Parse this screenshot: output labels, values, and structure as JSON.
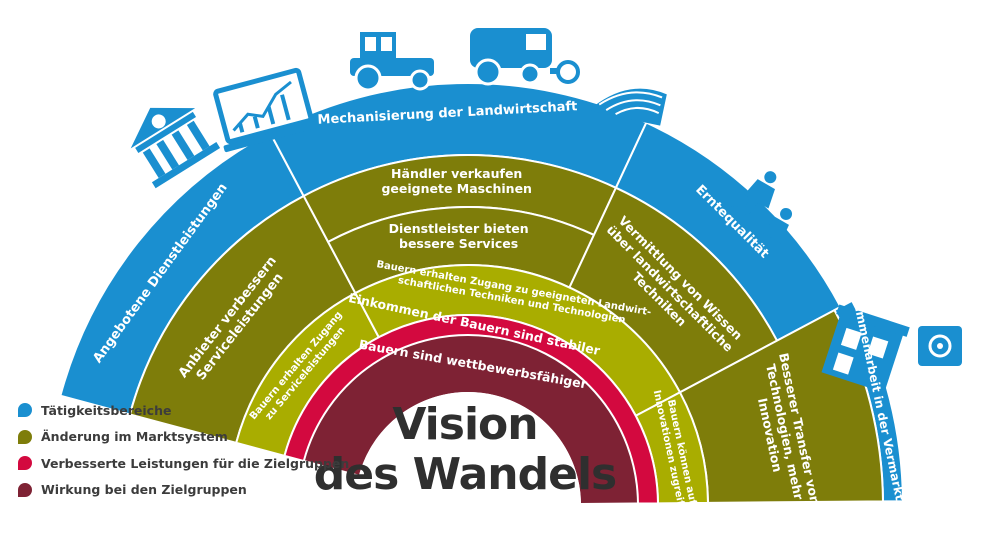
{
  "colors": {
    "blue": "#1a8fd0",
    "olive": "#7e7d0a",
    "lime": "#a9ad00",
    "red": "#d3093f",
    "wine": "#7e2234"
  },
  "vision": {
    "line1": "Vision",
    "line2": "des Wandels"
  },
  "legend": [
    {
      "label": "Tätigkeitsbereiche",
      "color": "#1a8fd0"
    },
    {
      "label": "Änderung im Marktsystem",
      "color": "#7e7d0a"
    },
    {
      "label": "Verbesserte Leistungen für die Zielgruppen",
      "color": "#d3093f"
    },
    {
      "label": "Wirkung bei den Zielgruppen",
      "color": "#7e2234"
    }
  ],
  "areas": {
    "dienstleistungen": "Angebotene Dienstleistungen",
    "mechanisierung": "Mechanisierung der Landwirtschaft",
    "erntequalitaet": "Erntequalität",
    "vermarktung": "Zusammenarbeit in der Vermarktung"
  },
  "market": {
    "anbieter": [
      "Anbieter verbessern",
      "Serviceleistungen"
    ],
    "haendler": [
      "Händler verkaufen",
      "geeignete Maschinen"
    ],
    "dienstleister": [
      "Dienstleister bieten",
      "bessere Services"
    ],
    "wissen": [
      "Vermittlung von Wissen",
      "über landwirtschaftliche",
      "Techniken"
    ],
    "transfer": [
      "Besserer Transfer von",
      "Technologien, mehr",
      "Innovation"
    ]
  },
  "lime": {
    "zugang_service": [
      "Bauern erhalten Zugang",
      "zu Serviceleistungen"
    ],
    "zugang_technik": [
      "Bauern erhalten Zugang zu geeigneten Landwirt-",
      "schaftlichen Techniken und Technologien"
    ],
    "innovationen": [
      "Bauern können auf",
      "Innovationen zugreifen"
    ]
  },
  "red": {
    "einkommen": "Einkommen der Bauern sind stabiler"
  },
  "wine": {
    "wettbewerb": "Bauern sind wettbewerbsfähiger"
  }
}
